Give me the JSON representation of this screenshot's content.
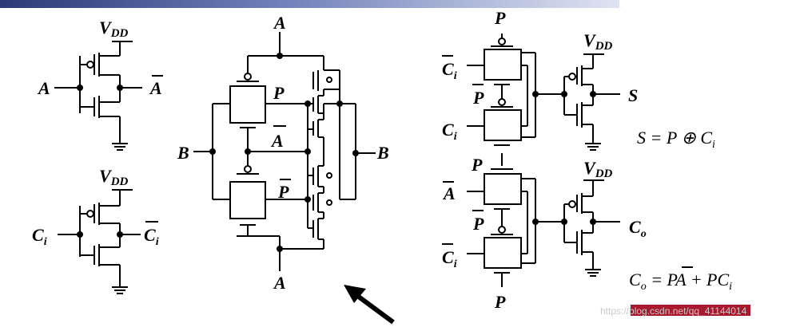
{
  "labels": {
    "vdd_v": "V",
    "vdd_sub": "DD",
    "a": "A",
    "a_bar": "A",
    "ci_c": "C",
    "ci_i": "i",
    "b": "B",
    "p": "P",
    "s": "S",
    "co_c": "C",
    "co_o": "o"
  },
  "equations": {
    "s_eq": "S = P ⊕ C",
    "s_eq_sub": "i",
    "co_eq_c": "C",
    "co_eq_o": "o",
    "co_eq_eqsign": " = ",
    "co_eq_p": "P",
    "co_eq_rest": "A + PC",
    "co_eq_sub": "i"
  },
  "watermark": "https://blog.csdn.net/qq_41144014",
  "colors": {
    "line": "#000000",
    "banner_dark": "#2b3a78",
    "banner_light": "#dfe4f2",
    "footer_red": "#a8192e",
    "watermark": "#c9c9c9"
  },
  "icons": [
    "arrow-icon",
    "ground-icon"
  ]
}
